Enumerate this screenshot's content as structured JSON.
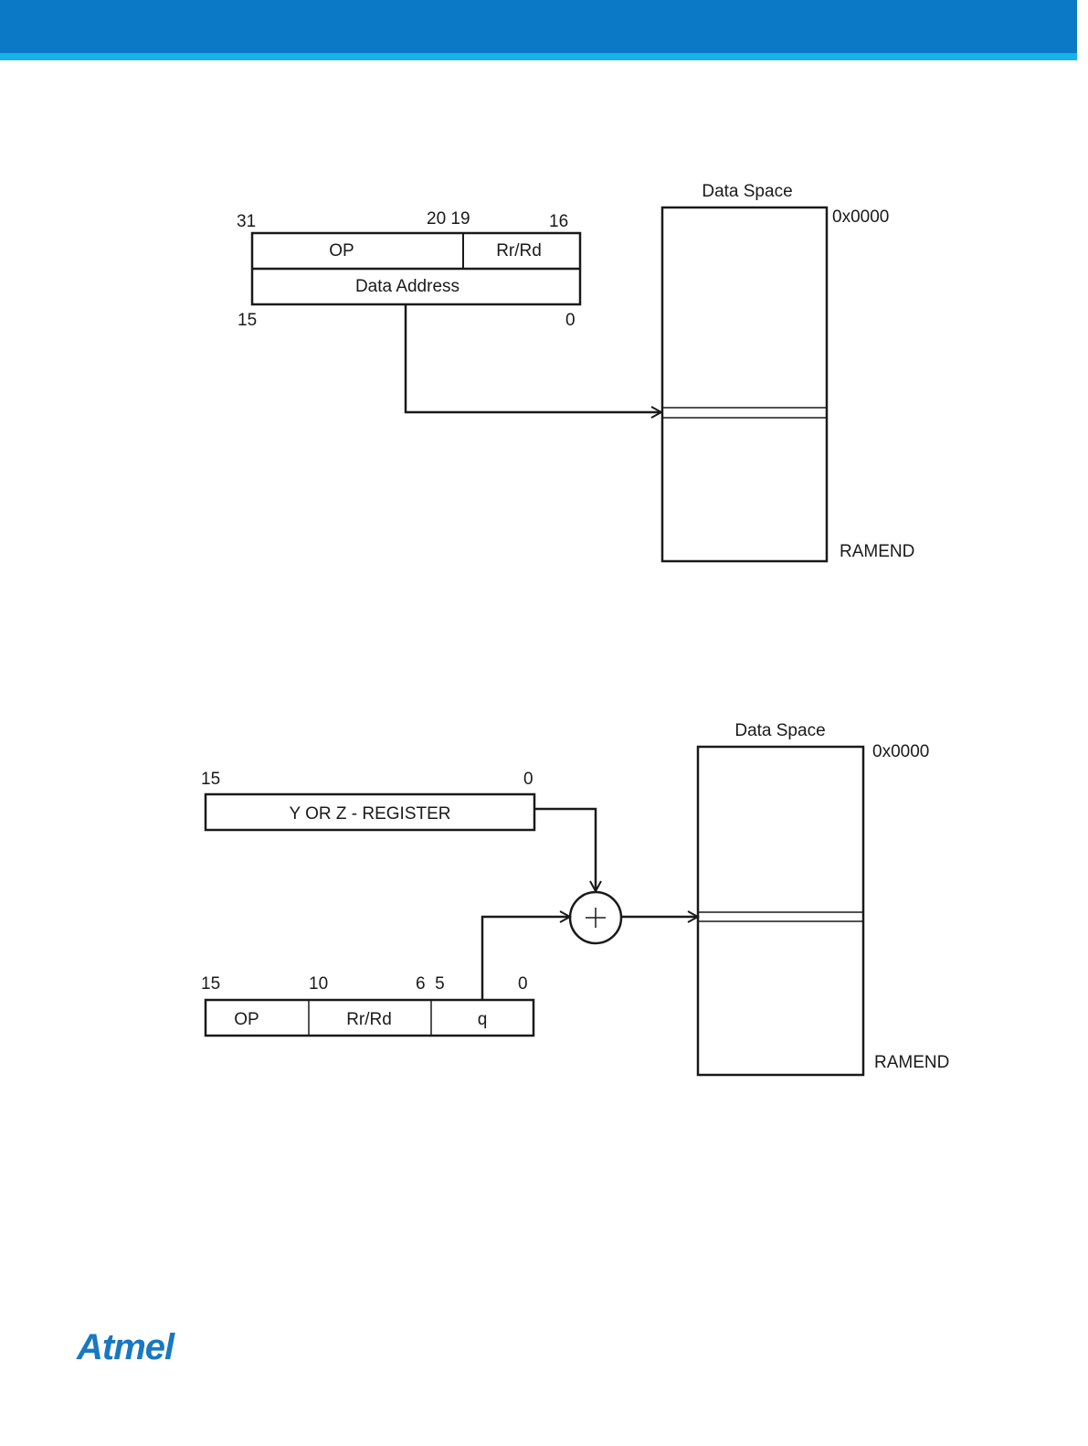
{
  "colors": {
    "header_bar": "#0b79c5",
    "header_stripe": "#15b3ea",
    "logo": "#1878c2",
    "line": "#1a1a1a"
  },
  "diagram1": {
    "bits_top": {
      "b31": "31",
      "b20_19": "20 19",
      "b16": "16"
    },
    "bits_bottom": {
      "b15": "15",
      "b0": "0"
    },
    "fields": {
      "op": "OP",
      "rrrd": "Rr/Rd",
      "data_address": "Data Address"
    },
    "data_space": {
      "title": "Data Space",
      "start": "0x0000",
      "end": "RAMEND"
    }
  },
  "diagram2": {
    "register_bits": {
      "b15": "15",
      "b0": "0"
    },
    "register_label": "Y OR Z - REGISTER",
    "instr_bits": {
      "b15": "15",
      "b10": "10",
      "b6_5": "6  5",
      "b0": "0"
    },
    "fields": {
      "op": "OP",
      "rrrd": "Rr/Rd",
      "q": "q"
    },
    "data_space": {
      "title": "Data Space",
      "start": "0x0000",
      "end": "RAMEND"
    },
    "adder_icon": "plus-circle-icon"
  },
  "logo": {
    "text": "Atmel",
    "icon": "atmel-logo"
  }
}
